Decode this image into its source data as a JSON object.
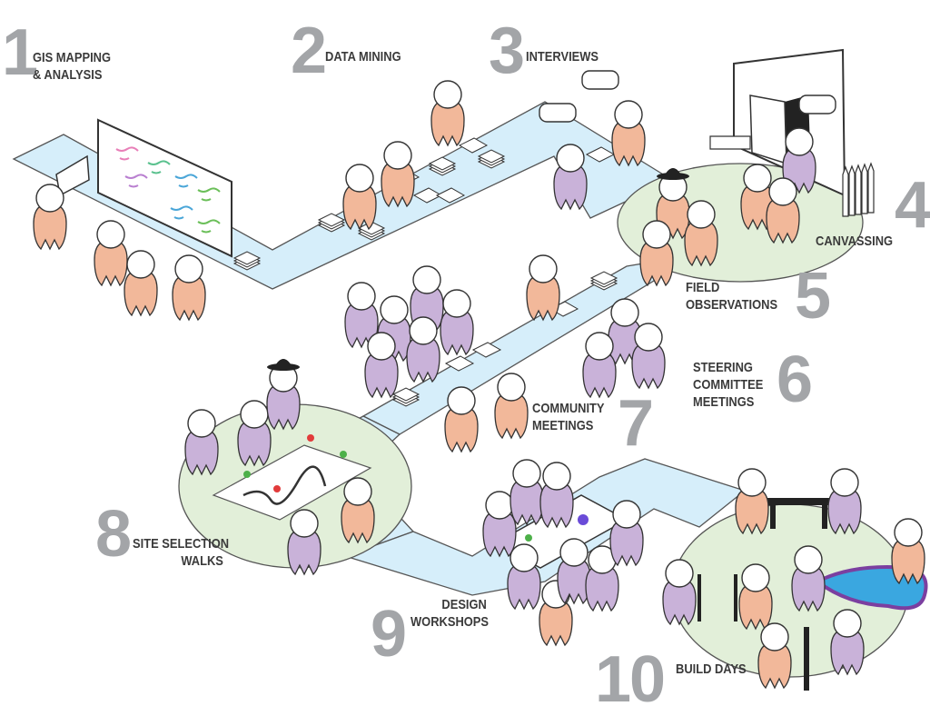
{
  "steps": [
    {
      "number": "1",
      "lines": [
        "GIS MAPPING",
        "& ANALYSIS"
      ]
    },
    {
      "number": "2",
      "lines": [
        "DATA MINING"
      ]
    },
    {
      "number": "3",
      "lines": [
        "INTERVIEWS"
      ]
    },
    {
      "number": "4",
      "lines": [
        "CANVASSING"
      ]
    },
    {
      "number": "5",
      "lines": [
        "FIELD",
        "OBSERVATIONS"
      ]
    },
    {
      "number": "6",
      "lines": [
        "STEERING",
        "COMMITTEE",
        "MEETINGS"
      ]
    },
    {
      "number": "7",
      "lines": [
        "COMMUNITY",
        "MEETINGS"
      ]
    },
    {
      "number": "8",
      "lines": [
        "SITE SELECTION",
        "WALKS"
      ]
    },
    {
      "number": "9",
      "lines": [
        "DESIGN",
        "WORKSHOPS"
      ]
    },
    {
      "number": "10",
      "lines": [
        "BUILD DAYS"
      ]
    }
  ],
  "colors": {
    "path": "#d6eefa",
    "area": "#e2efd9",
    "orange_person": "#f2b89a",
    "purple_person": "#c9b2d9",
    "numbers": "#a3a5a8",
    "labels": "#3a3a3a",
    "pond": "#3aa7e0",
    "pond_edge": "#7b3fa0"
  }
}
